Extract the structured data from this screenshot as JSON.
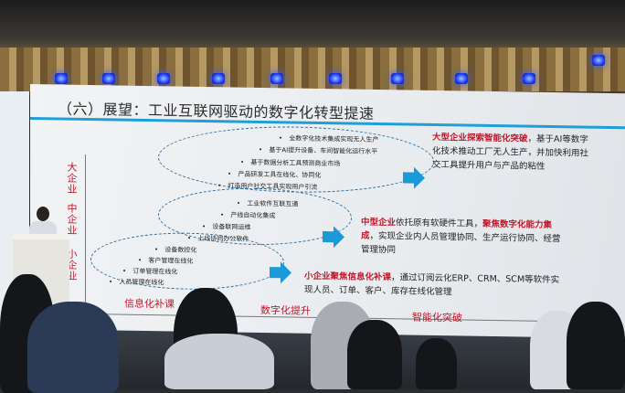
{
  "slide": {
    "title": "（六）展望：工业互联网驱动的数字化转型提速",
    "y_axis": {
      "large": "大企业",
      "medium": "中企业",
      "small": "小企业"
    },
    "x_axis": {
      "stage1": "信息化补课",
      "stage2": "数字化提升",
      "stage3": "智能化突破"
    },
    "large_bullets": [
      "全数字化技术集成实现无人生产",
      "基于AI提升设备、车间智能化运行水平",
      "基于数据分析工具预测商业市场",
      "产品研发工具在线化、协同化",
      "打造用户社交工具实现用户引流"
    ],
    "medium_bullets": [
      "工业软件互联互通",
      "产线自动化集成",
      "设备联网运维",
      "上线协同办公软件"
    ],
    "small_bullets": [
      "设备数控化",
      "客户管理在线化",
      "订单管理在线化",
      "人员管理在线化"
    ],
    "large_desc": {
      "highlight": "大型企业探索智能化突破",
      "text": "，基于AI等数字化技术推动工厂无人生产，并加快利用社交工具提升用户与产品的粘性"
    },
    "medium_desc": {
      "highlight1": "中型企业",
      "text1": "依托原有软硬件工具，",
      "highlight2": "聚焦数字化能力集成",
      "text2": "，实现企业内人员管理协同、生产运行协同、经营管理协同"
    },
    "small_desc": {
      "highlight": "小企业聚焦信息化补课",
      "text": "，通过订阅云化ERP、CRM、SCM等软件实现人员、订单、客户、库存在线化管理"
    },
    "colors": {
      "accent": "#1a9ad8",
      "highlight": "#c2182a"
    }
  }
}
